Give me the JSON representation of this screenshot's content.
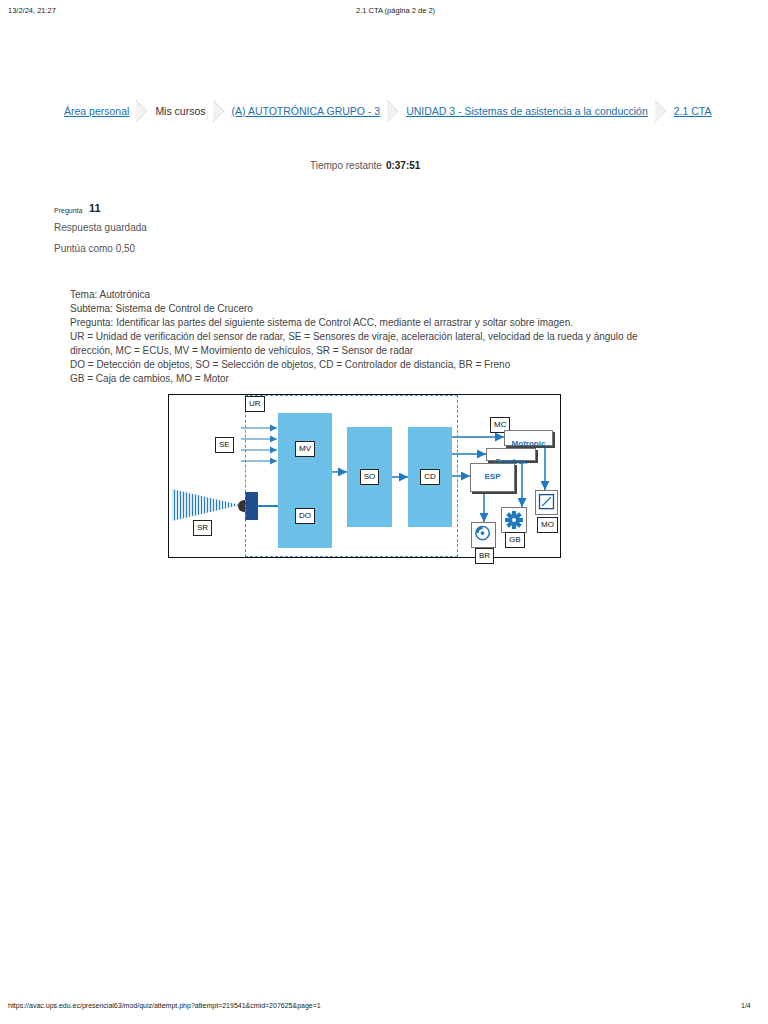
{
  "diagram": {
    "nodes": [
      {
        "text": [
          "UR"
        ]
      },
      {
        "text": [
          "SE"
        ]
      },
      {
        "text": [
          "MV"
        ],
        "in": 0
      },
      {
        "text": [
          "MC"
        ]
      },
      {
        "text": [
          "Motronic"
        ]
      },
      {
        "text": [
          "Gearbox"
        ]
      },
      {
        "text": [
          "SO"
        ],
        "in": 0
      },
      {
        "text": [
          "CD"
        ],
        "in": 0
      },
      {
        "text": [
          "ESP"
        ]
      },
      {
        "text": [
          "DO"
        ],
        "in": 0
      },
      {
        "text": [
          "SR"
        ]
      },
      {
        "text": [
          "MO"
        ]
      },
      {
        "text": [
          "BR"
        ]
      },
      {
        "text": [
          "GB"
        ]
      }
    ],
    "edges": [
      {
        "from": 2,
        "to": 6,
        "arrow": "to"
      },
      {
        "from": 6,
        "to": 7,
        "arrow": "to"
      },
      {
        "from": 7,
        "to": 4,
        "arrow": "to"
      },
      {
        "from": 7,
        "to": 5,
        "arrow": "to"
      },
      {
        "from": 7,
        "to": 8,
        "arrow": "to"
      },
      {
        "from": 4,
        "to": 11,
        "arrow": "to"
      },
      {
        "from": 5,
        "to": 13,
        "arrow": "to"
      },
      {
        "from": 8,
        "to": 12,
        "arrow": "to"
      }
    ],
    "labels": [
      "13/2/24, 21:27",
      "2.1 CTA (página 2 de 2)",
      "Área personal",
      "Mis cursos",
      "(A) AUTOTRÓNICA GRUPO - 3",
      "UNIDAD 3 - Sistemas de asistencia a la conducción",
      "2.1 CTA",
      "Tiempo restante",
      "0:37:51",
      "Pregunta",
      "11",
      "Respuesta guardada",
      "Puntúa como 0,50",
      "Tema: Autotrónica",
      "Subtema: Sistema de Control de Crucero",
      "Pregunta: Identificar las partes del siguiente sistema de Control ACC, mediante el arrastrar y soltar sobre imagen.",
      "UR = Unidad de verificación del sensor de radar, SE = Sensores de viraje, aceleración lateral, velocidad de la rueda y ángulo de dirección, MC = ECUs, MV = Movimiento de vehículos, SR = Sensor de radar",
      "DO = Detección de objetos, SO = Selección de objetos, CD = Controlador de distancia, BR = Freno",
      "GB = Caja de cambios, MO = Motor",
      "https://avac.ups.edu.ec/presencial63/mod/quiz/attempt.php?attempt=219541&cmid=207625&page=1",
      "1/4"
    ]
  }
}
